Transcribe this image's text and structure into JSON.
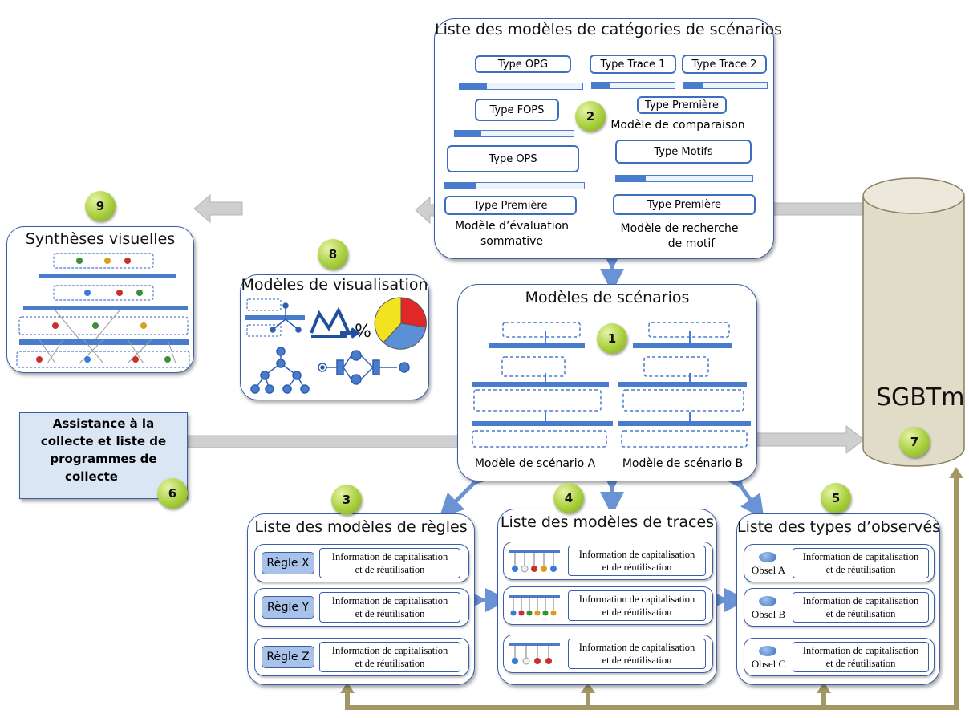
{
  "categories_panel": {
    "title": "Liste des modèles de catégories de scénarios",
    "eval_model": {
      "types": [
        "Type OPG",
        "Type FOPS",
        "Type OPS",
        "Type Première"
      ],
      "caption_line1": "Modèle d’évaluation",
      "caption_line2": "sommative"
    },
    "comparison_model": {
      "types": [
        "Type Trace 1",
        "Type Trace 2",
        "Type Première"
      ],
      "caption": "Modèle de comparaison"
    },
    "pattern_model": {
      "types": [
        "Type Motifs",
        "Type Première"
      ],
      "caption_line1": "Modèle de recherche",
      "caption_line2": "de motif"
    }
  },
  "scenarios_panel": {
    "title": "Modèles de scénarios",
    "caption_a": "Modèle de scénario A",
    "caption_b": "Modèle de scénario B"
  },
  "visual_syntheses": {
    "title": "Synthèses visuelles"
  },
  "visualisation_models": {
    "title": "Modèles de visualisation",
    "percent_symbol": "%"
  },
  "assistance_box": {
    "line1": "Assistance à la",
    "line2": "collecte et liste de",
    "line3": "programmes de",
    "line4": "collecte"
  },
  "database": {
    "label": "SGBTm"
  },
  "rules_panel": {
    "title": "Liste des modèles de règles",
    "rows": [
      {
        "tag": "Règle X",
        "info1": "Information de capitalisation",
        "info2": "et de réutilisation"
      },
      {
        "tag": "Règle Y",
        "info1": "Information de capitalisation",
        "info2": "et de réutilisation"
      },
      {
        "tag": "Règle Z",
        "info1": "Information de capitalisation",
        "info2": "et de réutilisation"
      }
    ]
  },
  "traces_panel": {
    "title": "Liste des modèles de traces",
    "rows": [
      {
        "info1": "Information de capitalisation",
        "info2": "et de réutilisation"
      },
      {
        "info1": "Information de capitalisation",
        "info2": "et de réutilisation"
      },
      {
        "info1": "Information de capitalisation",
        "info2": "et de réutilisation"
      }
    ]
  },
  "observed_panel": {
    "title": "Liste des types d’observés",
    "rows": [
      {
        "tag": "Obsel A",
        "info1": "Information de capitalisation",
        "info2": "et de réutilisation"
      },
      {
        "tag": "Obsel B",
        "info1": "Information de capitalisation",
        "info2": "et de réutilisation"
      },
      {
        "tag": "Obsel C",
        "info1": "Information de capitalisation",
        "info2": "et de réutilisation"
      }
    ]
  },
  "badges": [
    "1",
    "2",
    "3",
    "4",
    "5",
    "6",
    "7",
    "8",
    "9"
  ],
  "colors": {
    "panel_border": "#3a5ea8",
    "badge_green": "#a8cf3c",
    "arrow_gray": "#c9c9c9",
    "feedback_olive": "#a49766",
    "db_fill": "#e0dcc8",
    "box_blue": "#dbe6f5"
  }
}
